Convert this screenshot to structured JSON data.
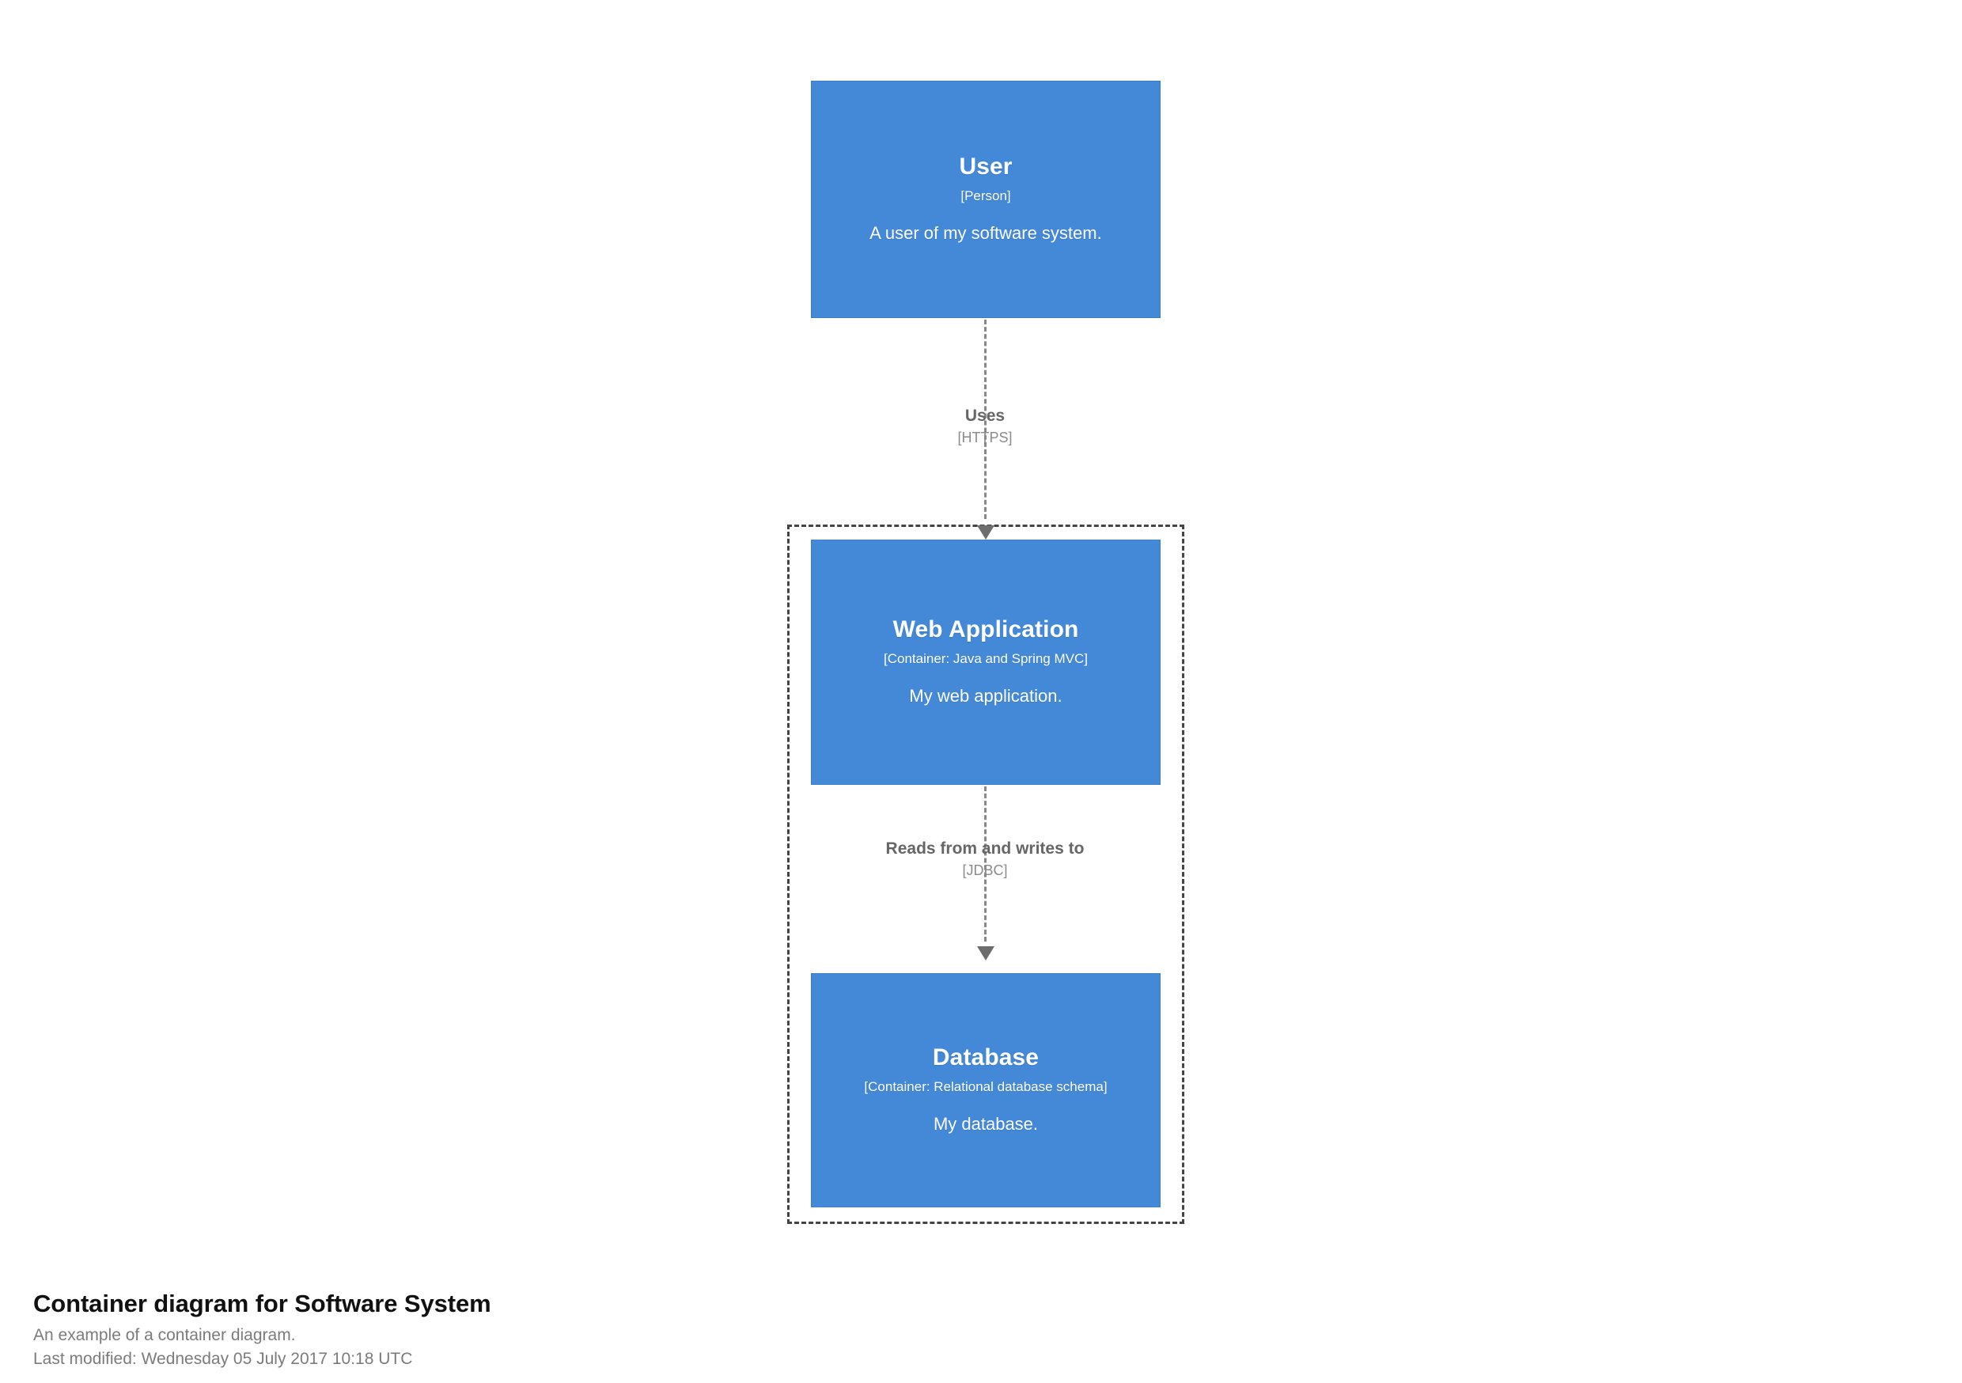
{
  "diagram": {
    "type": "C4 Container diagram",
    "accent_color": "#4389d8",
    "boundary_color": "#444444",
    "relationship_color": "#888888",
    "boundary": {
      "label": "",
      "style": "dashed"
    },
    "nodes": [
      {
        "id": "user",
        "name": "User",
        "type": "[Person]",
        "description": "A user of my software system.",
        "inside_boundary": false
      },
      {
        "id": "webapp",
        "name": "Web Application",
        "type": "[Container: Java and Spring MVC]",
        "description": "My web application.",
        "inside_boundary": true
      },
      {
        "id": "database",
        "name": "Database",
        "type": "[Container: Relational database schema]",
        "description": "My database.",
        "inside_boundary": true
      }
    ],
    "relationships": [
      {
        "id": "rel1",
        "from": "user",
        "to": "webapp",
        "description": "Uses",
        "technology": "[HTTPS]"
      },
      {
        "id": "rel2",
        "from": "webapp",
        "to": "database",
        "description": "Reads from and writes to",
        "technology": "[JDBC]"
      }
    ]
  },
  "caption": {
    "title": "Container diagram for Software System",
    "subtitle": "An example of a container diagram.",
    "last_modified": "Last modified: Wednesday 05 July 2017 10:18 UTC"
  }
}
